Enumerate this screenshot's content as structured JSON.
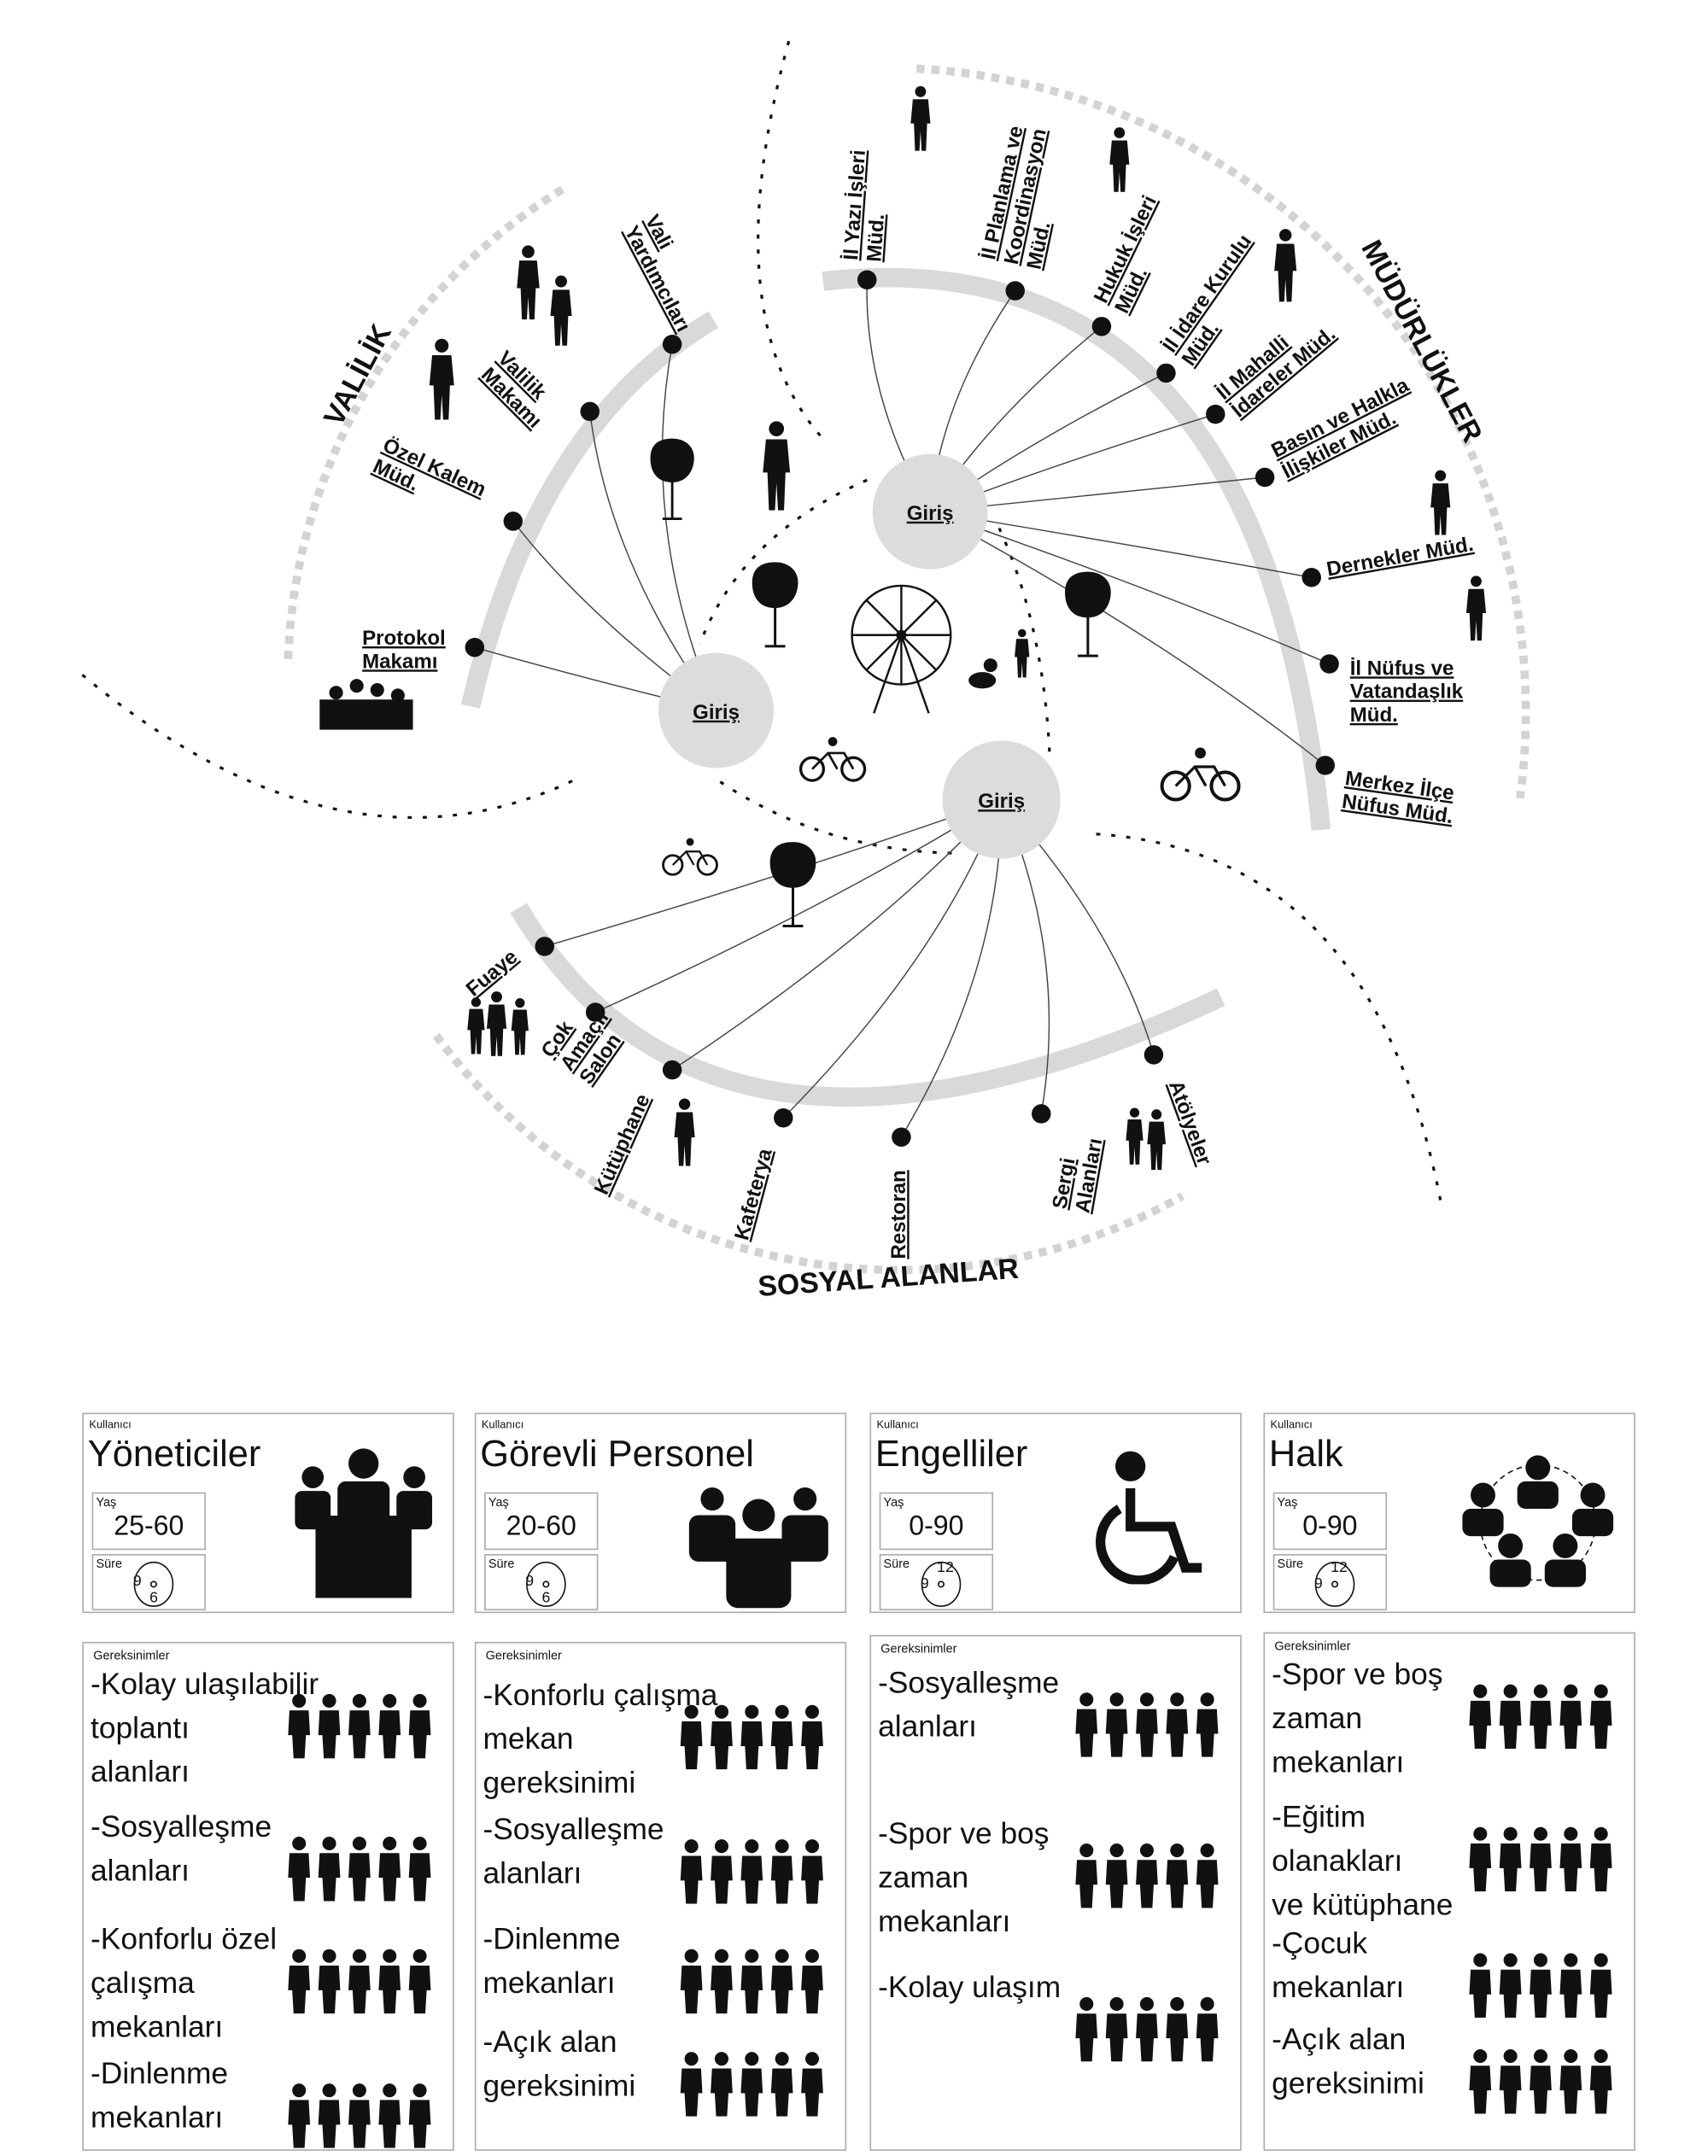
{
  "diagram": {
    "entrance_label": "Giriş",
    "valilik": {
      "title": "VALİLİK",
      "items": [
        {
          "lines": [
            "Vali",
            "Yardımcıları"
          ]
        },
        {
          "lines": [
            "Valilik",
            "Makamı"
          ]
        },
        {
          "lines": [
            "Özel Kalem",
            "Müd."
          ]
        },
        {
          "lines": [
            "Protokol",
            "Makamı"
          ]
        }
      ]
    },
    "mudurlukler": {
      "title": "MÜDÜRLÜKLER",
      "items": [
        {
          "lines": [
            "İl Yazı İşleri",
            "Müd."
          ]
        },
        {
          "lines": [
            "İl Planlama ve",
            "Koordinasyon",
            "Müd."
          ]
        },
        {
          "lines": [
            "Hukuk İşleri",
            "Müd."
          ]
        },
        {
          "lines": [
            "İl İdare Kurulu",
            "Müd."
          ]
        },
        {
          "lines": [
            "İl Mahalli",
            "İdareler Müd."
          ]
        },
        {
          "lines": [
            "Basın ve Halkla",
            "İlişkiler Müd."
          ]
        },
        {
          "lines": [
            "Dernekler Müd."
          ]
        },
        {
          "lines": [
            "İl Nüfus ve",
            "Vatandaşlık",
            "Müd."
          ]
        },
        {
          "lines": [
            "Merkez İlçe",
            "Nüfus  Müd."
          ]
        }
      ]
    },
    "sosyal": {
      "title": "SOSYAL ALANLAR",
      "items": [
        {
          "lines": [
            "Fuaye"
          ]
        },
        {
          "lines": [
            "Çok",
            "Amaçlı",
            "Salon"
          ]
        },
        {
          "lines": [
            "Kütüphane"
          ]
        },
        {
          "lines": [
            "Kafeterya"
          ]
        },
        {
          "lines": [
            "Restoran"
          ]
        },
        {
          "lines": [
            "Sergi",
            "Alanları"
          ]
        },
        {
          "lines": [
            "Atölyeler"
          ]
        }
      ]
    }
  },
  "users": [
    {
      "kullanici": "Kullanıcı",
      "name": "Yöneticiler",
      "yas_label": "Yaş",
      "yas": "25-60",
      "sure_label": "Süre",
      "clock": [
        "9",
        "6"
      ]
    },
    {
      "kullanici": "Kullanıcı",
      "name": "Görevli Personel",
      "yas_label": "Yaş",
      "yas": "20-60",
      "sure_label": "Süre",
      "clock": [
        "9",
        "6"
      ]
    },
    {
      "kullanici": "Kullanıcı",
      "name": "Engelliler",
      "yas_label": "Yaş",
      "yas": "0-90",
      "sure_label": "Süre",
      "clock": [
        "12",
        "9"
      ]
    },
    {
      "kullanici": "Kullanıcı",
      "name": "Halk",
      "yas_label": "Yaş",
      "yas": "0-90",
      "sure_label": "Süre",
      "clock": [
        "12",
        "9"
      ]
    }
  ],
  "needs": [
    {
      "header": "Gereksinimler",
      "items": [
        {
          "lines": [
            "-Kolay ulaşılabilir",
            "toplantı",
            "alanları"
          ]
        },
        {
          "lines": [
            "-Sosyalleşme",
            "alanları"
          ]
        },
        {
          "lines": [
            "-Konforlu özel",
            "çalışma",
            "mekanları"
          ]
        },
        {
          "lines": [
            "-Dinlenme",
            "mekanları"
          ]
        }
      ]
    },
    {
      "header": "Gereksinimler",
      "items": [
        {
          "lines": [
            "-Konforlu çalışma",
            "mekan",
            "gereksinimi"
          ]
        },
        {
          "lines": [
            "-Sosyalleşme",
            "alanları"
          ]
        },
        {
          "lines": [
            "-Dinlenme",
            "mekanları"
          ]
        },
        {
          "lines": [
            "-Açık alan",
            "gereksinimi"
          ]
        }
      ]
    },
    {
      "header": "Gereksinimler",
      "items": [
        {
          "lines": [
            "-Sosyalleşme",
            "alanları"
          ]
        },
        {
          "lines": [
            "-Spor ve boş",
            "zaman",
            "mekanları"
          ]
        },
        {
          "lines": [
            "-Kolay ulaşım"
          ]
        }
      ]
    },
    {
      "header": "Gereksinimler",
      "items": [
        {
          "lines": [
            "-Spor ve boş",
            "zaman",
            "mekanları"
          ]
        },
        {
          "lines": [
            "-Eğitim",
            "olanakları",
            "ve kütüphane"
          ]
        },
        {
          "lines": [
            "-Çocuk",
            "mekanları"
          ]
        },
        {
          "lines": [
            "-Açık alan",
            "gereksinimi"
          ]
        }
      ]
    }
  ],
  "colors": {
    "arc": "#d9d9d9",
    "node": "#111111",
    "entrance": "#dcdcdc"
  }
}
